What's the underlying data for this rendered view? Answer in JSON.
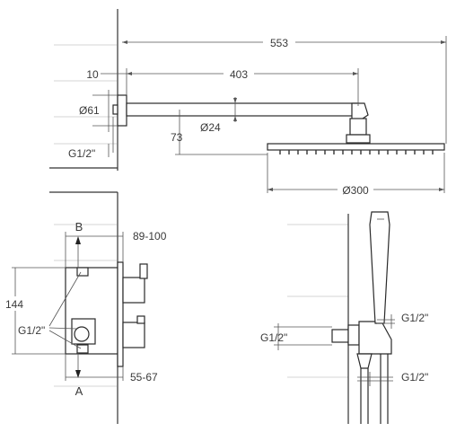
{
  "shower_head_view": {
    "dim_total_length": "553",
    "dim_wall_offset": "10",
    "dim_arm_length": "403",
    "dim_flange_diameter": "Ø61",
    "dim_arm_diameter": "Ø24",
    "dim_head_drop": "73",
    "dim_inlet_thread": "G1/2\"",
    "dim_head_diameter": "Ø300"
  },
  "mixer_view": {
    "label_outlet_b": "B",
    "label_inlet_a": "A",
    "dim_depth_range_top": "89-100",
    "dim_depth_range_bottom": "55-67",
    "dim_height": "144",
    "dim_thread": "G1/2\""
  },
  "hand_shower_view": {
    "dim_thread_upper": "G1/2\"",
    "dim_thread_left": "G1/2\"",
    "dim_thread_lower": "G1/2\""
  }
}
